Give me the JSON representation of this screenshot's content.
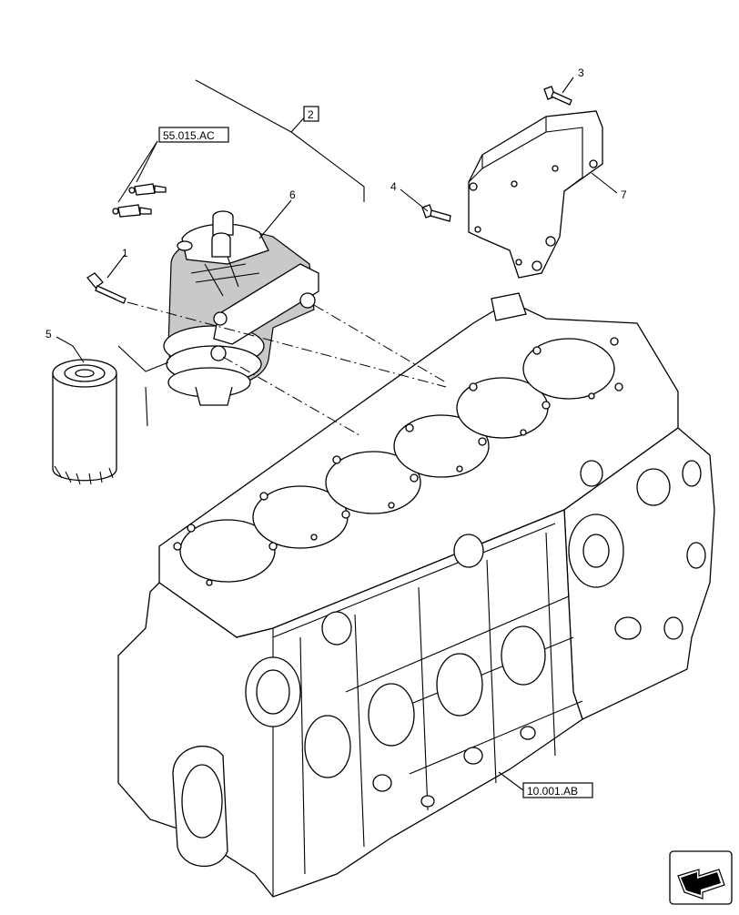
{
  "callouts": {
    "item1": "1",
    "item2": "2",
    "item3": "3",
    "item4": "4",
    "item5": "5",
    "item6": "6",
    "item7": "7"
  },
  "references": {
    "sensor_ref": "55.015.AC",
    "block_ref": "10.001.AB"
  },
  "nav_icon": "next-page-arrow-icon"
}
